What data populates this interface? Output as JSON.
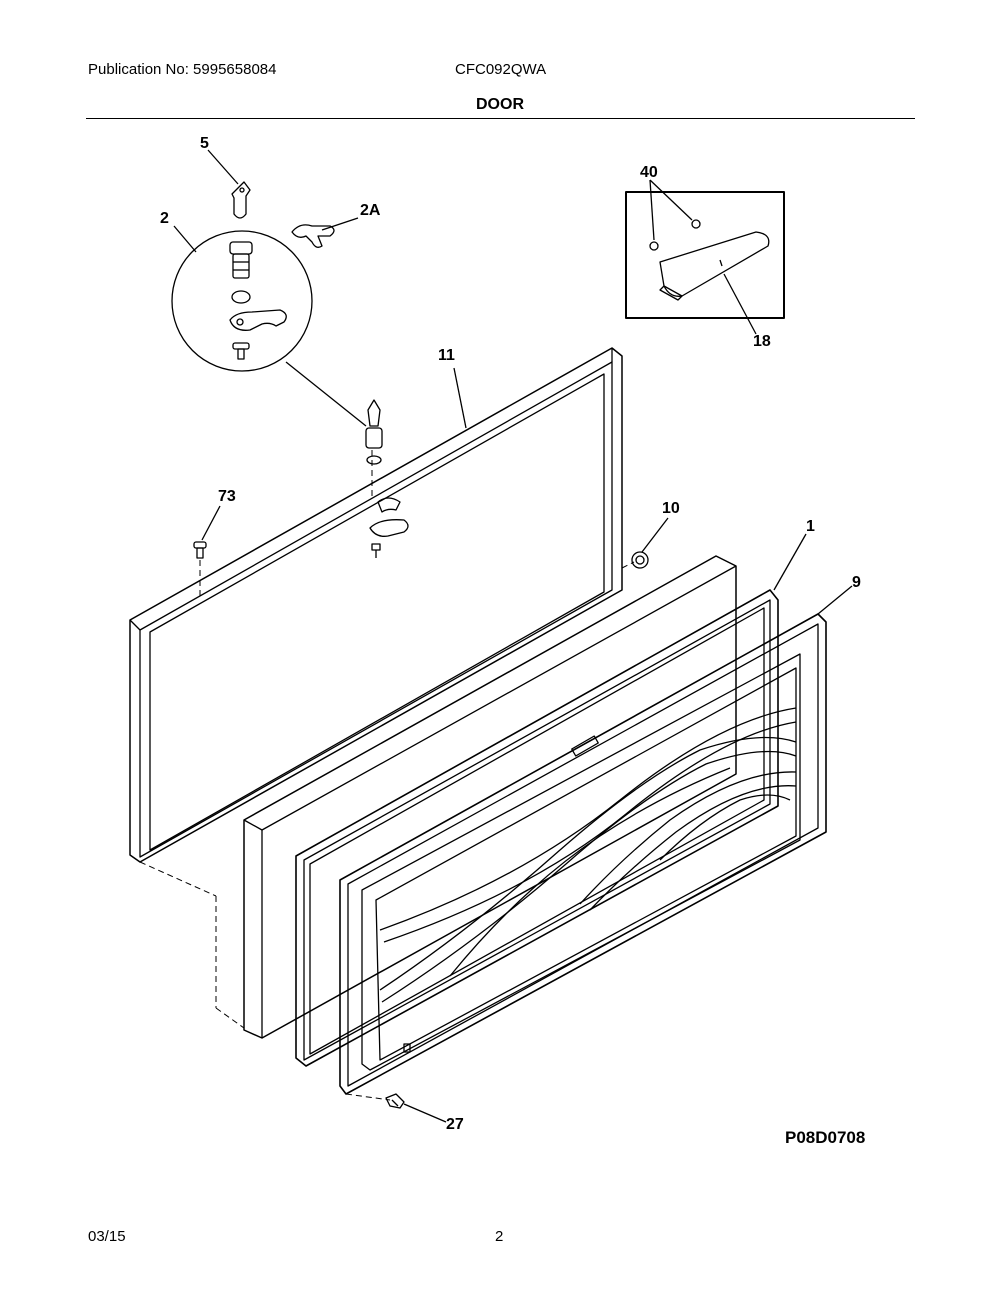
{
  "header": {
    "publication": "Publication No: 5995658084",
    "model": "CFC092QWA",
    "section": "DOOR"
  },
  "diagram": {
    "code": "P08D0708",
    "callouts": [
      {
        "id": "5",
        "text": "5"
      },
      {
        "id": "2",
        "text": "2"
      },
      {
        "id": "2A",
        "text": "2A"
      },
      {
        "id": "40",
        "text": "40"
      },
      {
        "id": "18",
        "text": "18"
      },
      {
        "id": "11",
        "text": "11"
      },
      {
        "id": "73",
        "text": "73"
      },
      {
        "id": "10",
        "text": "10"
      },
      {
        "id": "1",
        "text": "1"
      },
      {
        "id": "9",
        "text": "9"
      },
      {
        "id": "27",
        "text": "27"
      }
    ]
  },
  "footer": {
    "date": "03/15",
    "page": "2"
  }
}
